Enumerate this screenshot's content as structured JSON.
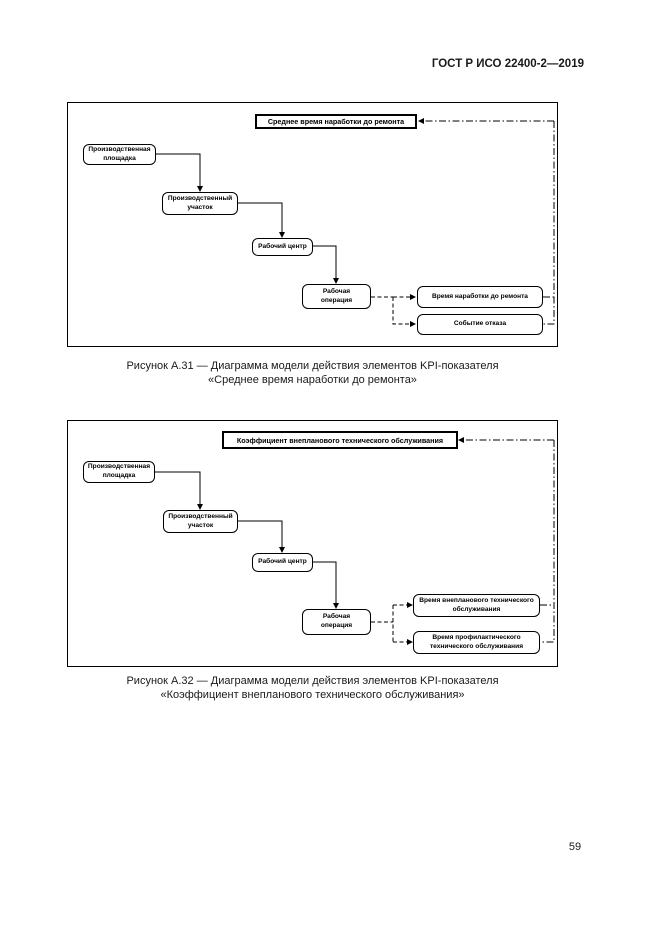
{
  "page": {
    "header": "ГОСТ Р ИСО 22400-2—2019",
    "page_number": "59"
  },
  "colors": {
    "ink": "#000000",
    "paper": "#ffffff"
  },
  "figure31": {
    "kpi_title": "Среднее время наработки до ремонта",
    "nodes": {
      "site": "Производственная\nплощадка",
      "area": "Производственный\nучасток",
      "work_center": "Рабочий центр",
      "operation": "Рабочая\nоперация",
      "element1": "Время наработки до ремонта",
      "element2": "Событие отказа"
    },
    "caption_line1": "Рисунок А.31 — Диаграмма модели действия элементов KPI-показателя",
    "caption_line2": "«Среднее время наработки до ремонта»"
  },
  "figure32": {
    "kpi_title": "Коэффициент внепланового технического обслуживания",
    "nodes": {
      "site": "Производственная\nплощадка",
      "area": "Производственный\nучасток",
      "work_center": "Рабочий центр",
      "operation": "Рабочая\nоперация",
      "element1": "Время внепланового технического\nобслуживания",
      "element2": "Время профилактического\nтехнического обслуживания"
    },
    "caption_line1": "Рисунок А.32 — Диаграмма модели действия элементов KPI-показателя",
    "caption_line2": "«Коэффициент внепланового технического обслуживания»"
  }
}
